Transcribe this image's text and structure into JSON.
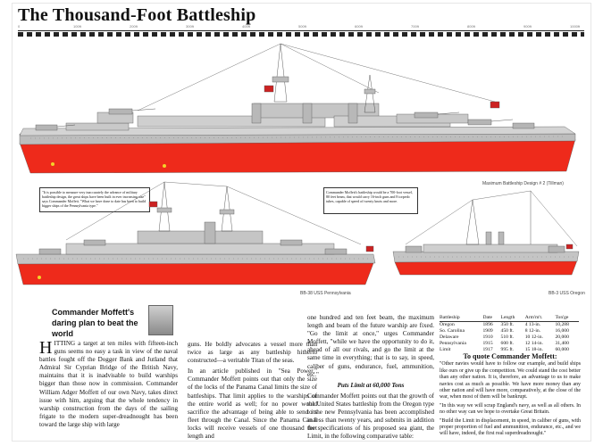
{
  "document": {
    "title": "The Thousand-Foot Battleship",
    "ruler_ticks": [
      "0",
      "100ft",
      "200ft",
      "300ft",
      "400ft",
      "500ft",
      "600ft",
      "700ft",
      "800ft",
      "900ft",
      "1000ft"
    ],
    "captions": {
      "top_ship": "Maximum Battleship Design # 2 (Tillman)",
      "left_ship": "BB-38 USS Pennsylvania",
      "right_ship": "BB-3 USS Oregon"
    },
    "note_left": "\"It is possible to measure very inaccurately the advance of military battleship design, the great ships have been built in ever increasing size\" says Commander Moffett. \"What we have done to date has been to build bigger ships of the Pennsylvania type.\"",
    "note_right": "Commander Moffett's battleship would be a 700-foot vessel, 80 feet beam, that would carry 16-inch guns and 8 torpedo tubes, capable of speed of twenty knots and more.",
    "headline": "Commander Moffett's daring plan to beat the world",
    "col1": "ITTING a target at ten miles with fifteen-inch guns seems no easy a task in view of the naval battles fought off the Dogger Bank and Jutland that Admiral Sir Cyprian Bridge of the British Navy, maintains that it is inadvisable to build warships bigger than those now in commission. Commander William Adger Moffett of our own Navy, takes direct issue with him, arguing that the whole tendency in warship construction from the days of the sailing frigate to the modern super-dreadnought has been toward the large ship with large",
    "col1_dropcap": "H",
    "col2a": "guns. He boldly advocates a vessel more than twice as large as any battleship hitherto constructed—a veritable Titan of the seas.",
    "col2b": "In an article published in \"Sea Power,\" Commander Moffett points out that only the size of the locks of the Panama Canal limits the size of battleships. That limit applies to the warships of the entire world as well; for no power would sacrifice the advantage of being able to send its fleet through the Canal. Since the Panama Canal locks will receive vessels of one thousand feet length and",
    "col3a": "one hundred and ten feet beam, the maximum length and beam of the future warship are fixed. \"Go the limit at once,\" urges Commander Moffett, \"while we have the opportunity to do it, ahead of all our rivals, and go the limit at the same time in everything; that is to say, in speed, caliber of guns, endurance, fuel, ammunition, etc.\"",
    "col3_subhead": "Puts Limit at 60,000 Tons",
    "col3b": "Commander Moffett points out that the growth of the United States battleship from the Oregon type to the new Pennsylvania has been accomplished in less than twenty years, and submits in addition the specifications of his proposed sea giant, the Limit, in the following comparative table:",
    "table": {
      "headers": [
        "Battleship",
        "Date",
        "Length",
        "Arm'm't.",
        "Ton'ge"
      ],
      "rows": [
        [
          "Oregon",
          "1896",
          "350 ft.",
          "4 13-in.",
          "10,288"
        ],
        [
          "So. Carolina",
          "1909",
          "450 ft.",
          "8 12-in.",
          "16,000"
        ],
        [
          "Delaware",
          "1910",
          "510 ft.",
          "10 12-in.",
          "20,000"
        ],
        [
          "Pennsylvania",
          "1915",
          "600 ft.",
          "12 14-in.",
          "31,400"
        ],
        [
          "Limit",
          "1917",
          "995 ft.",
          "15 18-in.",
          "60,000"
        ]
      ]
    },
    "col4_heading": "To quote Commander Moffett:",
    "col4a": "\"Other navies would have to follow our example, and build ships like ours or give up the competition. We could stand the cost better than any other nation. It is, therefore, an advantage to us to make navies cost as much as possible. We have more money than any other nation and will have more, comparatively, at the close of the war, when most of them will be bankrupt.",
    "col4b": "\"In this way we will scrap England's navy, as well as all others. In no other way can we hope to overtake Great Britain.",
    "col4c": "\"Build the Limit in displacement, in speed, in caliber of guns, with proper proportion of fuel and ammunition, endurance, etc., and we will have, indeed, the first real superdreadnought.\"",
    "colors": {
      "hull_red": "#ee2a1b",
      "hull_gray": "#c9c9c9",
      "flag_red": "#c22"
    }
  }
}
